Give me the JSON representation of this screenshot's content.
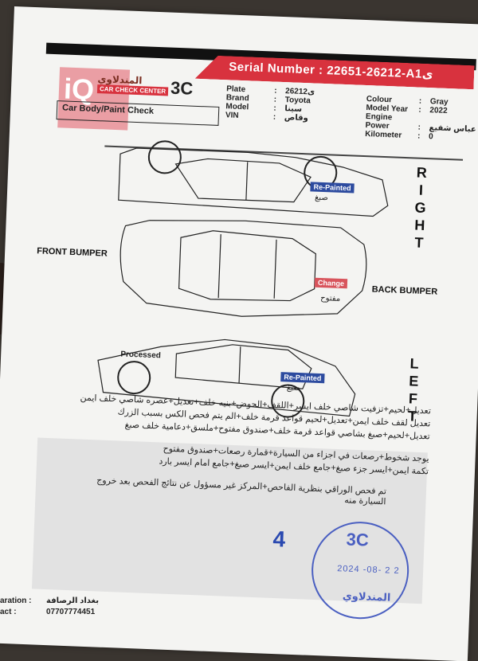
{
  "header": {
    "serial_label": "Serial Number :",
    "serial_value": "22651-26212-A1ی",
    "watermark": "iQ",
    "logo_ar": "المندلاوي",
    "logo_en": "CAR CHECK CENTER",
    "brand_code": "3C",
    "section_title": "Car Body/Paint Check"
  },
  "specs_left": [
    {
      "key": "Plate",
      "value": "26212ی"
    },
    {
      "key": "Brand",
      "value": "Toyota"
    },
    {
      "key": "Model",
      "value": "سينا"
    },
    {
      "key": "VIN",
      "value": "وقاص"
    }
  ],
  "specs_right": [
    {
      "key": "Colour",
      "value": "Gray"
    },
    {
      "key": "Model Year",
      "value": "2022"
    },
    {
      "key": "Engine Power",
      "value": "عباس شفيع"
    },
    {
      "key": "Kilometer",
      "value": "0"
    }
  ],
  "diagram": {
    "right_letters": [
      "R",
      "I",
      "G",
      "H",
      "T"
    ],
    "left_letters": [
      "L",
      "E",
      "F",
      "T"
    ],
    "front_bumper": "FRONT BUMPER",
    "back_bumper": "BACK BUMPER",
    "tag_repainted": "Re-Painted",
    "tag_change": "Change",
    "note_paint": "صبغ",
    "note_opened": "مفتوح",
    "processed": "Processed"
  },
  "notes": [
    "تعديل+لحيم+تزفيت شاصي خلف ايسر+اللقف+الحوض+بنيه خلف+تعديل+عصره شاصي خلف ايمن",
    "تعديل لقف خلف ايمن+تعديل+لحيم قواعد قرمة خلف+الم يتم فحص الكس بسبب الزرك",
    "تعديل+لحيم+صبغ بشاصي قواعد قرمة خلف+صندوق مفتوح+ملسق+دعامية خلف صبغ"
  ],
  "remarks": [
    "يوجد شخوط+رصعات في اجزاء من السيارة+قمارة رصعات+صندوق مفتوح",
    "تكمة ايمن+ايسر جزء صبغ+جامع خلف ايمن+ايسر صبغ+جامع امام ايسر بارد"
  ],
  "closing": "تم فحص الوراقي بنظرية الفاحص+المركز غير مسؤول عن نتائج الفحص بعد خروج السيارة منه",
  "stamp": {
    "number": "4",
    "brand": "3C",
    "date": "2024 -08- 2 2",
    "name_ar": "المندلاوي"
  },
  "footer": {
    "label1": "aration :",
    "label2": "act :",
    "city": "بغداد الرصافة",
    "phone": "07707774451"
  }
}
